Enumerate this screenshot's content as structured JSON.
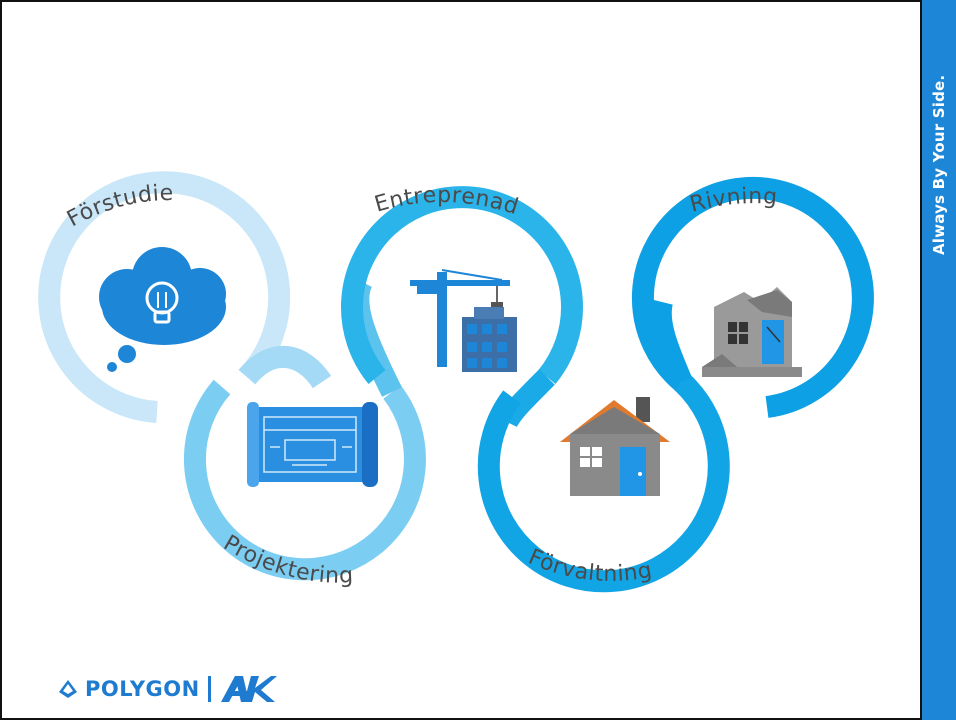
{
  "stages": [
    {
      "label": "Förstudie"
    },
    {
      "label": "Projektering"
    },
    {
      "label": "Entreprenad"
    },
    {
      "label": "Förvaltning"
    },
    {
      "label": "Rivning"
    }
  ],
  "tagline": "Always By Your Side.",
  "logo": {
    "brand": "POLYGON",
    "mark": "AK"
  },
  "colors": {
    "ring_light": "#c9e7f8",
    "ring_mid": "#7ccdf2",
    "ring_blue": "#2ab4ea",
    "ring_dark": "#0ea0e4",
    "accent": "#1e86d6",
    "brand": "#1e7bd0",
    "label": "#4a4a4a"
  },
  "icons": [
    "lightbulb-cloud-icon",
    "blueprint-icon",
    "crane-building-icon",
    "house-icon",
    "ruined-building-icon"
  ]
}
